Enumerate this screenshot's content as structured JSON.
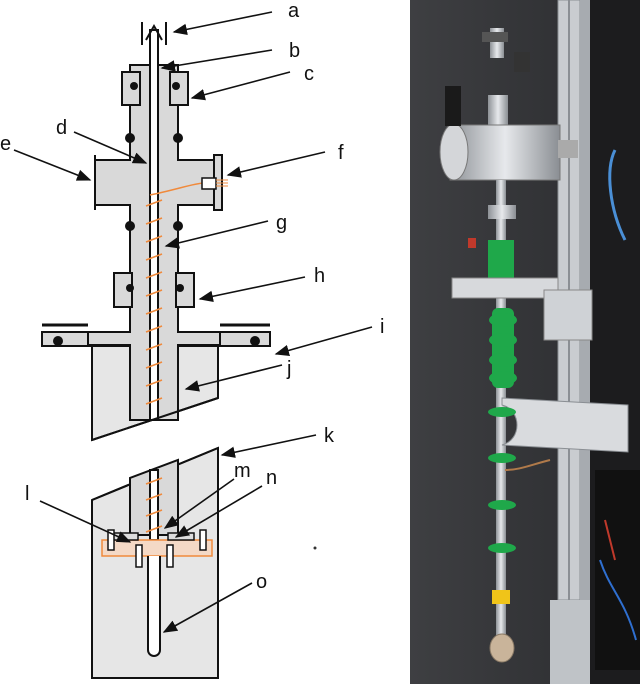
{
  "diagram": {
    "labels": {
      "a": "a",
      "b": "b",
      "c": "c",
      "d": "d",
      "e": "e",
      "f": "f",
      "g": "g",
      "h": "h",
      "i": "i",
      "j": "j",
      "k": "k",
      "l": "l",
      "m": "m",
      "n": "n",
      "o": "o"
    }
  },
  "colors": {
    "body_gray": "#d9d9d9",
    "outline": "#111111",
    "coil_orange": "#f08a3c",
    "flange_light": "#f4d9c6",
    "tube_white": "#ffffff",
    "photo_wall": "#3a3a3c",
    "rail_silver": "#c9ccd0",
    "green_insulator": "#1fa84a"
  }
}
